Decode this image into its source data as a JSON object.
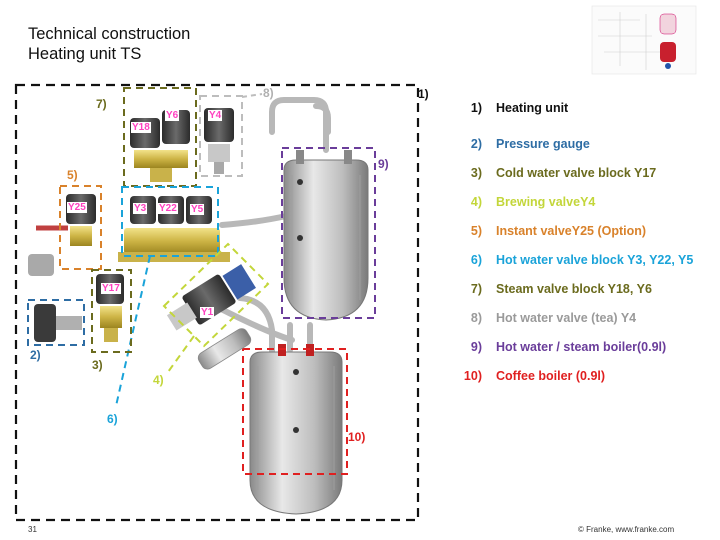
{
  "title": {
    "line1": "Technical construction",
    "line2": "Heating unit TS"
  },
  "legend": [
    {
      "num": "1)",
      "label": "Heating unit",
      "color": "#111111"
    },
    {
      "num": "2)",
      "label": "Pressure gauge",
      "color": "#2e6da4"
    },
    {
      "num": "3)",
      "label": "Cold water valve block Y17",
      "color": "#6b6b1e"
    },
    {
      "num": "4)",
      "label": "Brewing valveY4",
      "color": "#c3d63a"
    },
    {
      "num": "5)",
      "label": "Instant valveY25 (Option)",
      "color": "#d9822b"
    },
    {
      "num": "6)",
      "label": "Hot water valve block Y3, Y22, Y5",
      "color": "#1aa3d9"
    },
    {
      "num": "7)",
      "label": "Steam valve block Y18, Y6",
      "color": "#6b6b1e"
    },
    {
      "num": "8)",
      "label": "Hot water valve (tea) Y4",
      "color": "#9a9a9a"
    },
    {
      "num": "9)",
      "label": "Hot water / steam boiler(0.9l)",
      "color": "#6a3d9a"
    },
    {
      "num": "10)",
      "label": "Coffee boiler (0.9l)",
      "color": "#e02020"
    }
  ],
  "callouts": {
    "c1": "1)",
    "c2": "2)",
    "c3": "3)",
    "c4": "4)",
    "c5": "5)",
    "c6": "6)",
    "c7": "7)",
    "c8": "8)",
    "c9": "9)",
    "c10": "10)"
  },
  "valve_labels": {
    "y18": "Y18",
    "y6": "Y6",
    "y4": "Y4",
    "y25": "Y25",
    "y3": "Y3",
    "y22": "Y22",
    "y5": "Y5",
    "y17": "Y17",
    "y1": "Y1"
  },
  "footer": {
    "page": "31",
    "copyright": "© Franke, www.franke.com"
  },
  "colors": {
    "pink_label": "#ff40c0",
    "valve_yellow": "#d8c24a",
    "boiler_steel": "#c8c8c8"
  }
}
